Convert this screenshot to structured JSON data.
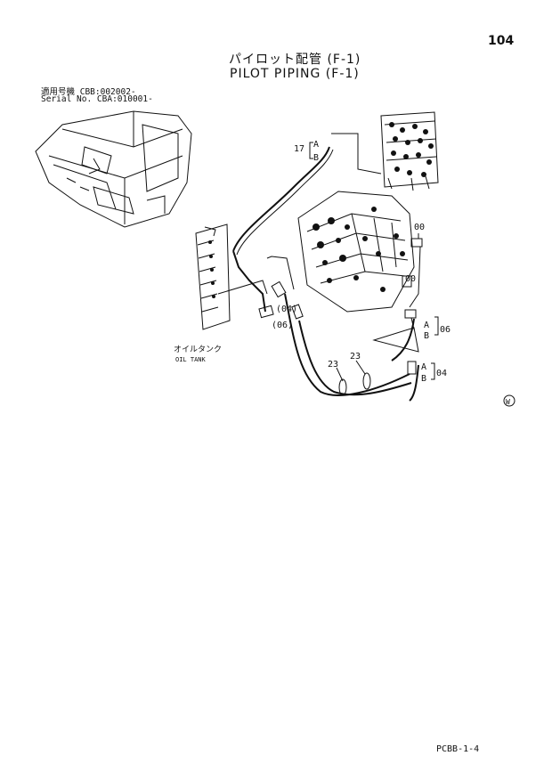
{
  "page": {
    "number": "104",
    "title_jp": "パイロット配管 (F-1)",
    "title_en": "PILOT PIPING (F-1)",
    "applicable_jp": "適用号機 CBB:002002-",
    "applicable_en": "Serial No. CBA:010001-",
    "footer_code": "PCBB-1-4",
    "corner_mark": "W"
  },
  "callouts": {
    "c17": "17",
    "c17a": "A",
    "c17b": "B",
    "c00_top": "00",
    "c00_mid": "00",
    "c04_paren": "(04)",
    "c06_paren": "(06)",
    "c06a": "A",
    "c06b": "B",
    "c06": "06",
    "c23_left": "23",
    "c23_right": "23",
    "c04a": "A",
    "c04b": "B",
    "c04": "04",
    "oil_tank_jp": "オイルタンク",
    "oil_tank_en": "OIL TANK"
  }
}
